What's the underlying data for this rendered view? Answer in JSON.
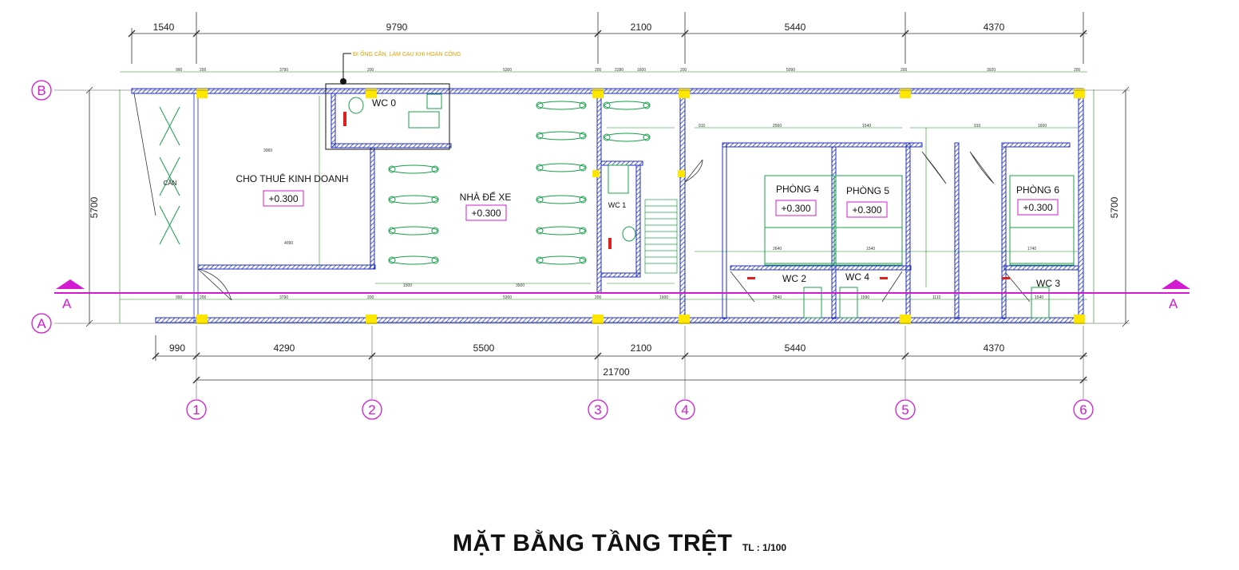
{
  "title": "MẶT BẰNG TẦNG TRỆT",
  "scale": "TL : 1/100",
  "note": "ĐI ỐNG CẤN, LÀM CAU KHI HOÀN CÔNG",
  "dims_top": [
    "1540",
    "9790",
    "2100",
    "5440",
    "4370"
  ],
  "dims_bottom": [
    "990",
    "4290",
    "5500",
    "2100",
    "5440",
    "4370"
  ],
  "dim_total": "21700",
  "dim_side": "5700",
  "axes_x": [
    "1",
    "2",
    "3",
    "4",
    "5",
    "6"
  ],
  "axes_y": [
    "A",
    "B"
  ],
  "section_mark": "A",
  "rooms": {
    "business": "CHO THUÊ KINH DOANH",
    "parking": "NHÀ ĐỂ XE",
    "stair_area": "CẦN",
    "room4": "PHÒNG 4",
    "room5": "PHÒNG 5",
    "room6": "PHÒNG 6",
    "wc0": "WC 0",
    "wc1": "WC 1",
    "wc2": "WC 2",
    "wc3": "WC 3",
    "wc4": "WC 4"
  },
  "level": "+0.300",
  "colors": {
    "wall": "#1f2fbf",
    "dim_line": "#1f8a1f",
    "axis": "#d21bd2",
    "column": "#ffe600",
    "furniture": "#18a04a",
    "note": "#e0a000"
  }
}
